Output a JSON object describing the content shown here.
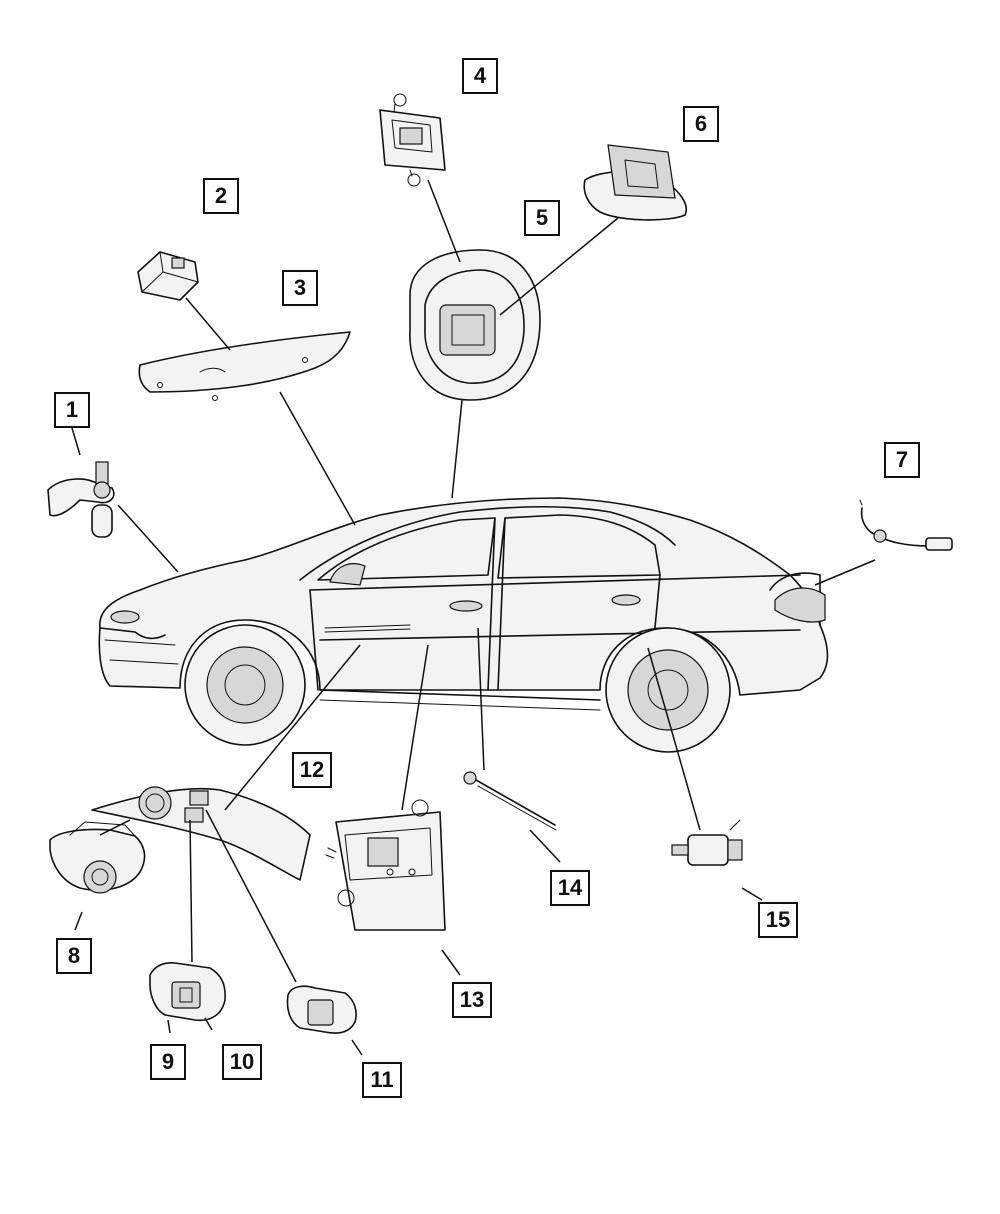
{
  "callouts": [
    {
      "id": 1,
      "label": "1"
    },
    {
      "id": 2,
      "label": "2"
    },
    {
      "id": 3,
      "label": "3"
    },
    {
      "id": 4,
      "label": "4"
    },
    {
      "id": 5,
      "label": "5"
    },
    {
      "id": 6,
      "label": "6"
    },
    {
      "id": 7,
      "label": "7"
    },
    {
      "id": 8,
      "label": "8"
    },
    {
      "id": 9,
      "label": "9"
    },
    {
      "id": 10,
      "label": "10"
    },
    {
      "id": 11,
      "label": "11"
    },
    {
      "id": 12,
      "label": "12"
    },
    {
      "id": 13,
      "label": "13"
    },
    {
      "id": 14,
      "label": "14"
    },
    {
      "id": 15,
      "label": "15"
    }
  ],
  "colors": {
    "ink": "#111111",
    "paper": "#ffffff"
  }
}
